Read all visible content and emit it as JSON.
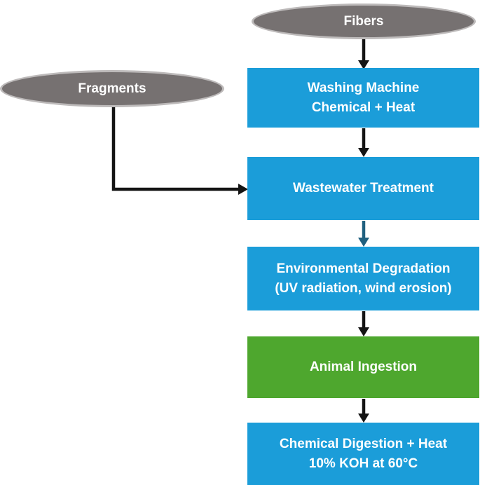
{
  "flowchart": {
    "sources": [
      {
        "id": "fibers",
        "shape": "ellipse",
        "label": "Fibers"
      },
      {
        "id": "fragments",
        "shape": "ellipse",
        "label": "Fragments"
      }
    ],
    "steps": [
      {
        "id": "washing-machine",
        "color": "blue",
        "lines": [
          "Washing Machine",
          "Chemical + Heat"
        ]
      },
      {
        "id": "wastewater-treatment",
        "color": "blue",
        "lines": [
          "Wastewater Treatment"
        ]
      },
      {
        "id": "environmental-degradation",
        "color": "blue",
        "lines": [
          "Environmental Degradation",
          "(UV radiation, wind erosion)"
        ]
      },
      {
        "id": "animal-ingestion",
        "color": "green",
        "lines": [
          "Animal Ingestion"
        ]
      },
      {
        "id": "chemical-digestion",
        "color": "blue",
        "lines": [
          "Chemical Digestion + Heat",
          "10% KOH at 60°C"
        ]
      }
    ],
    "edges": [
      {
        "from": "fibers",
        "to": "washing-machine",
        "color": "black"
      },
      {
        "from": "washing-machine",
        "to": "wastewater-treatment",
        "color": "black"
      },
      {
        "from": "fragments",
        "to": "wastewater-treatment",
        "color": "black",
        "style": "elbow"
      },
      {
        "from": "wastewater-treatment",
        "to": "environmental-degradation",
        "color": "teal"
      },
      {
        "from": "environmental-degradation",
        "to": "animal-ingestion",
        "color": "black"
      },
      {
        "from": "animal-ingestion",
        "to": "chemical-digestion",
        "color": "black"
      }
    ]
  },
  "colors": {
    "box-blue": "#1b9dd9",
    "box-green": "#4ea72e",
    "ellipse-gray": "#767171",
    "ellipse-rim": "#bdbaba",
    "arrow-black": "#141414",
    "arrow-teal": "#20607f",
    "text-white": "#ffffff",
    "background": "#ffffff"
  }
}
